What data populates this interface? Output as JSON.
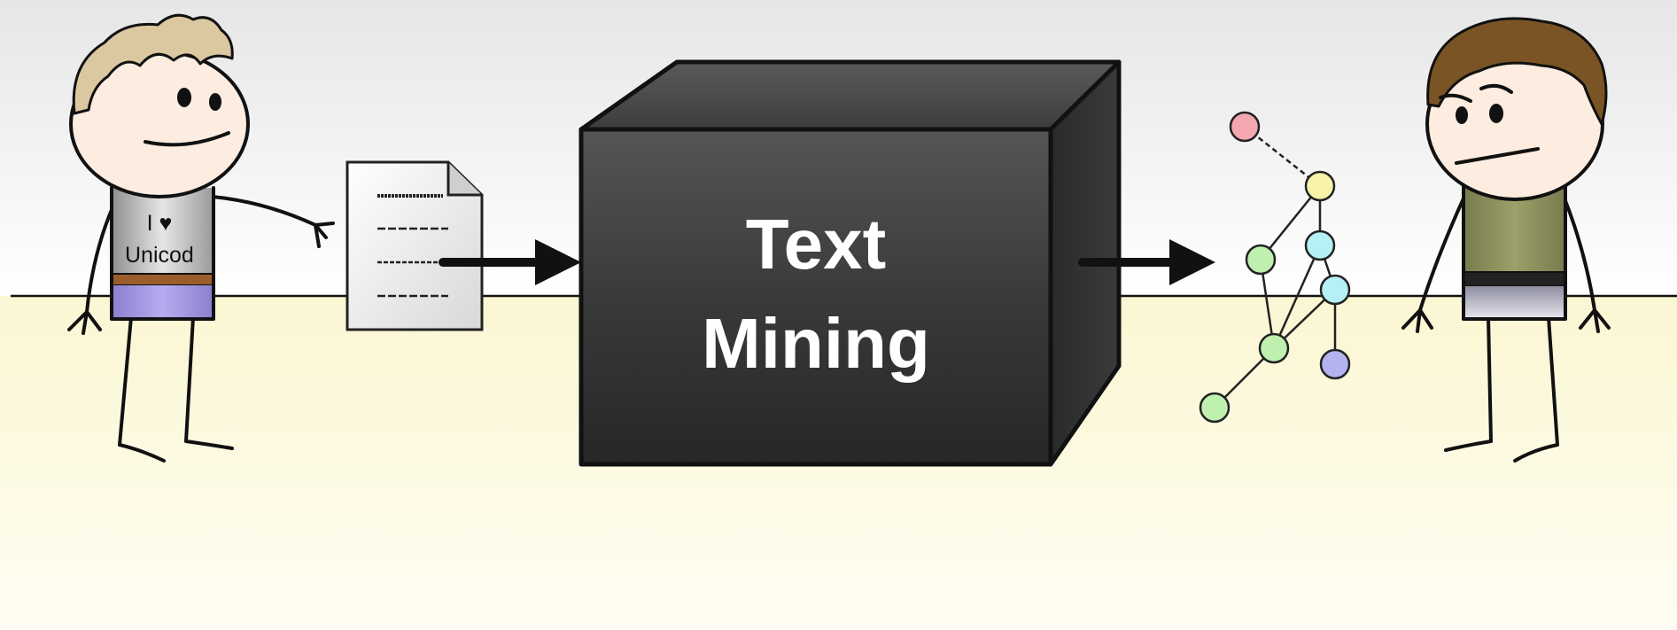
{
  "diagram": {
    "box_label_line1": "Text",
    "box_label_line2": "Mining",
    "shirt_line1": "I ♥",
    "shirt_line2": "Unicod"
  },
  "colors": {
    "floor": "#fdfbe4",
    "box_front": "#2d2d2d",
    "box_top": "#3f3f3f",
    "box_side": "#1f1f1f",
    "node_pink": "#f4a7b0",
    "node_yellow": "#f7f3a6",
    "node_green": "#bff0b0",
    "node_cyan": "#b6f0f4",
    "node_blue": "#b3b3f0"
  },
  "icons": [
    "person-left",
    "document-icon",
    "arrow-right-icon",
    "graph-icon",
    "person-right"
  ]
}
